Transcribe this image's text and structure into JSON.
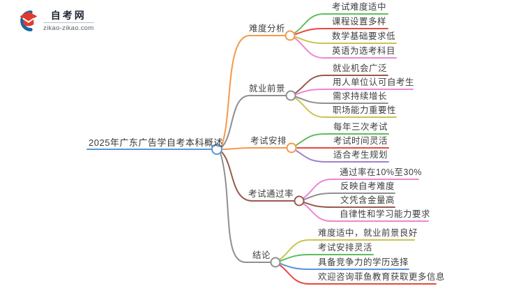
{
  "logo": {
    "title": "自考网",
    "domain": "zikao-zikao.com"
  },
  "center": {
    "label": "2025年广东广告学自考本科概述",
    "color": "#5596D5"
  },
  "branches": [
    {
      "label": "难度分析",
      "color": "#F2994A",
      "leaves": [
        {
          "text": "考试难度适中",
          "color": "#5DBE5D"
        },
        {
          "text": "课程设置多样",
          "color": "#E8473F"
        },
        {
          "text": "数学基础要求低",
          "color": "#C8C450"
        },
        {
          "text": "英语为选考科目",
          "color": "#EE85D5"
        }
      ]
    },
    {
      "label": "就业前景",
      "color": "#8F8F8F",
      "leaves": [
        {
          "text": "就业机会广泛",
          "color": "#9A584E"
        },
        {
          "text": "用人单位认可自考生",
          "color": "#EE85D5"
        },
        {
          "text": "需求持续增长",
          "color": "#8F8F8F"
        },
        {
          "text": "职场能力重要性",
          "color": "#C8C450"
        }
      ]
    },
    {
      "label": "考试安排",
      "color": "#F2994A",
      "leaves": [
        {
          "text": "每年三次考试",
          "color": "#5DBE5D"
        },
        {
          "text": "考试时间灵活",
          "color": "#E8473F"
        },
        {
          "text": "适合考生规划",
          "color": "#9F80D0"
        }
      ]
    },
    {
      "label": "考试通过率",
      "color": "#9A584E",
      "leaves": [
        {
          "text": "通过率在10%至30%",
          "color": "#EE85D5"
        },
        {
          "text": "反映自考难度",
          "color": "#8F8F8F"
        },
        {
          "text": "文凭含金量高",
          "color": "#9A584E"
        },
        {
          "text": "自律性和学习能力要求",
          "color": "#EE85D5"
        }
      ]
    },
    {
      "label": "结论",
      "color": "#8F8F8F",
      "leaves": [
        {
          "text": "难度适中，就业前景良好",
          "color": "#C8C450"
        },
        {
          "text": "考试安排灵活",
          "color": "#5DBE5D"
        },
        {
          "text": "具备竞争力的学历选择",
          "color": "#5596D5"
        },
        {
          "text": "欢迎咨询菲鱼教育获取更多信息",
          "color": "#E8473F"
        }
      ]
    }
  ],
  "colors": {
    "orange": "#F2994A",
    "blue": "#5596D5",
    "gray": "#8F8F8F",
    "brown": "#9A584E",
    "green": "#5DBE5D",
    "red": "#E8473F",
    "olive": "#C8C450",
    "pink": "#EE85D5",
    "purple": "#9F80D0",
    "text_dark": "#3E3E3E",
    "logo_blue": "#1767A3",
    "logo_red": "#E23A2C"
  }
}
